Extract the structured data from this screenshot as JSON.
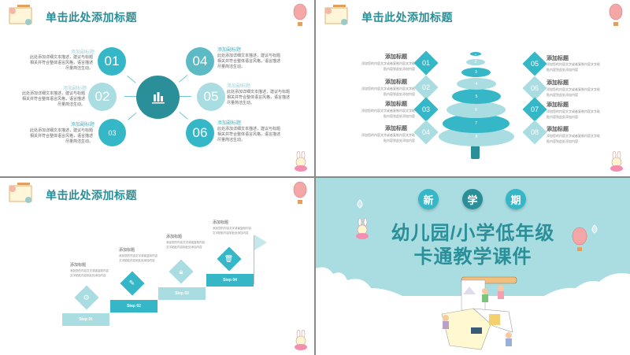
{
  "colors": {
    "teal_dark": "#2a8f98",
    "teal": "#36b7c8",
    "teal_light": "#a9dde2",
    "cloud": "#ffffff",
    "text_gray": "#666666"
  },
  "slide1": {
    "title": "单击此处添加标题",
    "center_icon": "bar-chart-icon",
    "items": [
      {
        "num": "01",
        "subtitle": "添加副标题",
        "desc": "此处添加详细文本描述，建议与标题相关并符合整体语言风格，语言描述尽量简洁生动。"
      },
      {
        "num": "02",
        "subtitle": "添加副标题",
        "desc": "此处添加详细文本描述，建议与标题相关并符合整体语言风格，语言描述尽量简洁生动。"
      },
      {
        "num": "03",
        "subtitle": "添加副标题",
        "desc": "此处添加详细文本描述，建议与标题相关并符合整体语言风格，语言描述尽量简洁生动。"
      },
      {
        "num": "04",
        "subtitle": "添加副标题",
        "desc": "此处添加详细文本描述，建议与标题相关并符合整体语言风格，语言描述尽量简洁生动。"
      },
      {
        "num": "05",
        "subtitle": "添加副标题",
        "desc": "此处添加详细文本描述，建议与标题相关并符合整体语言风格，语言描述尽量简洁生动。"
      },
      {
        "num": "06",
        "subtitle": "添加副标题",
        "desc": "此处添加详细文本描述，建议与标题相关并符合整体语言风格，语言描述尽量简洁生动。"
      }
    ]
  },
  "slide2": {
    "title": "单击此处添加标题",
    "items": [
      {
        "num": "01",
        "heading": "添加标题",
        "desc": "添加您的内容文字或者复制内容文字粘贴内容到此处添加内容"
      },
      {
        "num": "02",
        "heading": "添加标题",
        "desc": "添加您的内容文字或者复制内容文字粘贴内容到此处添加内容"
      },
      {
        "num": "03",
        "heading": "添加标题",
        "desc": "添加您的内容文字或者复制内容文字粘贴内容到此处添加内容"
      },
      {
        "num": "04",
        "heading": "添加标题",
        "desc": "添加您的内容文字或者复制内容文字粘贴内容到此处添加内容"
      },
      {
        "num": "05",
        "heading": "添加标题",
        "desc": "添加您的内容文字或者复制内容文字粘贴内容到此处添加内容"
      },
      {
        "num": "06",
        "heading": "添加标题",
        "desc": "添加您的内容文字或者复制内容文字粘贴内容到此处添加内容"
      },
      {
        "num": "07",
        "heading": "添加标题",
        "desc": "添加您的内容文字或者复制内容文字粘贴内容到此处添加内容"
      },
      {
        "num": "08",
        "heading": "添加标题",
        "desc": "添加您的内容文字或者复制内容文字粘贴内容到此处添加内容"
      }
    ],
    "tree_layers": [
      "1",
      "2",
      "3",
      "4",
      "5",
      "6",
      "7",
      "8"
    ]
  },
  "slide3": {
    "title": "单击此处添加标题",
    "steps": [
      {
        "label": "Step 01",
        "heading": "添加标题",
        "desc": "添加您的内容文字或者复制内容文字粘贴内容到此处添加内容",
        "icon": "gear-icon"
      },
      {
        "label": "Step 02",
        "heading": "添加标题",
        "desc": "添加您的内容文字或者复制内容文字粘贴内容到此处添加内容",
        "icon": "pencil-icon"
      },
      {
        "label": "Step 03",
        "heading": "添加标题",
        "desc": "添加您的内容文字或者复制内容文字粘贴内容到此处添加内容",
        "icon": "lock-icon"
      },
      {
        "label": "Step 04",
        "heading": "添加标题",
        "desc": "添加您的内容文字或者复制内容文字粘贴内容到此处添加内容",
        "icon": "trash-icon"
      }
    ]
  },
  "slide4": {
    "pills": [
      "新",
      "学",
      "期"
    ],
    "title_line1": "幼儿园/小学低年级",
    "title_line2": "卡通教学课件"
  }
}
